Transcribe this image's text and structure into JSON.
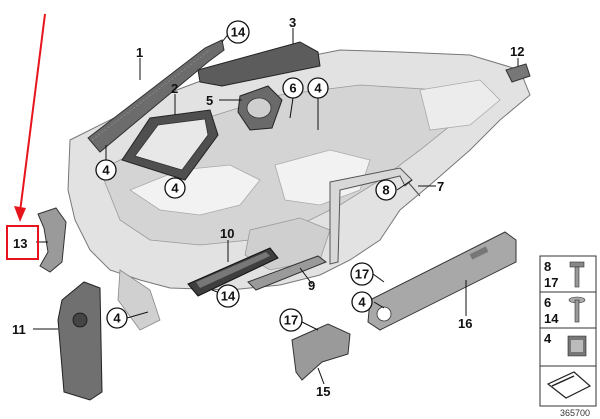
{
  "callouts": {
    "c1": "1",
    "c2": "2",
    "c3": "3",
    "c4a": "4",
    "c4b": "4",
    "c4c": "4",
    "c4d": "4",
    "c4e": "4",
    "c5": "5",
    "c6": "6",
    "c7": "7",
    "c8": "8",
    "c9": "9",
    "c10": "10",
    "c11": "11",
    "c12": "12",
    "c13": "13",
    "c14a": "14",
    "c14b": "14",
    "c15": "15",
    "c16": "16",
    "c17a": "17",
    "c17b": "17"
  },
  "legend": {
    "row1": [
      "8",
      "17"
    ],
    "row2": [
      "6",
      "14"
    ],
    "row3": [
      "4"
    ]
  },
  "diagram_number": "365700",
  "colors": {
    "highlight": "#e8141c",
    "part_light": "#e2e2e2",
    "part_dark": "#6c6c6c",
    "part_mid": "#9a9a9a"
  }
}
